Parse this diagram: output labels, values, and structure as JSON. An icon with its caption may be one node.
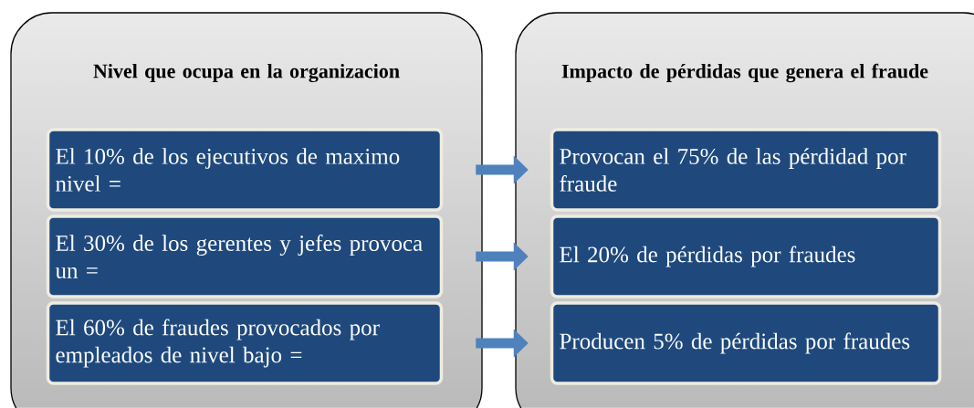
{
  "diagram": {
    "nodes": [
      {
        "text": [
          "Nivel que ocupa en la organizacion"
        ]
      },
      {
        "text": [
          "El 10% de los ejecutivos de maximo nivel ="
        ],
        "in": 0
      },
      {
        "text": [
          "El 30% de los gerentes y jefes provoca un ="
        ],
        "in": 0
      },
      {
        "text": [
          "El 60% de fraudes provocados por empleados de nivel bajo ="
        ],
        "in": 0
      },
      {
        "text": [
          "Impacto de pérdidas que genera el fraude"
        ]
      },
      {
        "text": [
          "Provocan el 75% de las pérdidad por fraude"
        ],
        "in": 4
      },
      {
        "text": [
          "El 20% de pérdidas por fraudes"
        ],
        "in": 4
      },
      {
        "text": [
          "Producen 5% de pérdidas por fraudes"
        ],
        "in": 4
      }
    ],
    "edges": [
      {
        "from": 1,
        "to": 5,
        "arrow": "to"
      },
      {
        "from": 2,
        "to": 6,
        "arrow": "to"
      },
      {
        "from": 3,
        "to": 7,
        "arrow": "to"
      }
    ]
  }
}
